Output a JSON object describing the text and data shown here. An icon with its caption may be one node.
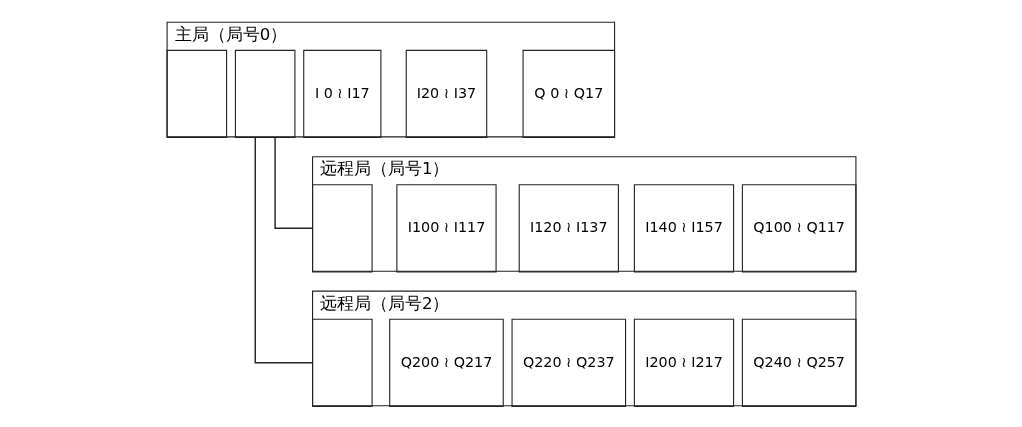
{
  "diagram": {
    "nodes": [
      {
        "text": [
          "主局（局号0）"
        ]
      },
      {
        "text": [],
        "shape": "box",
        "in": 0
      },
      {
        "text": [],
        "shape": "box",
        "in": 0
      },
      {
        "text": [
          "I 0 ≀ I17"
        ],
        "in": 0
      },
      {
        "text": [
          "I20 ≀ I37"
        ],
        "in": 0
      },
      {
        "text": [
          "Q 0 ≀ Q17"
        ],
        "in": 0
      },
      {
        "text": [
          "远程局（局号1）"
        ]
      },
      {
        "text": [],
        "shape": "box",
        "in": 6
      },
      {
        "text": [
          "I100 ≀ I117"
        ],
        "in": 6
      },
      {
        "text": [
          "I120 ≀ I137"
        ],
        "in": 6
      },
      {
        "text": [
          "I140 ≀ I157"
        ],
        "in": 6
      },
      {
        "text": [
          "Q100 ≀ Q117"
        ],
        "in": 6
      },
      {
        "text": [
          "远程局（局号2）"
        ]
      },
      {
        "text": [],
        "shape": "box",
        "in": 12
      },
      {
        "text": [
          "Q200 ≀ Q217"
        ],
        "in": 12
      },
      {
        "text": [
          "Q220 ≀ Q237"
        ],
        "in": 12
      },
      {
        "text": [
          "I200 ≀ I217"
        ],
        "in": 12
      },
      {
        "text": [
          "Q240 ≀ Q257"
        ],
        "in": 12
      }
    ],
    "edges": [
      {
        "from": 2,
        "to": 7,
        "arrow": "none"
      },
      {
        "from": 2,
        "to": 13,
        "arrow": "none"
      }
    ]
  }
}
